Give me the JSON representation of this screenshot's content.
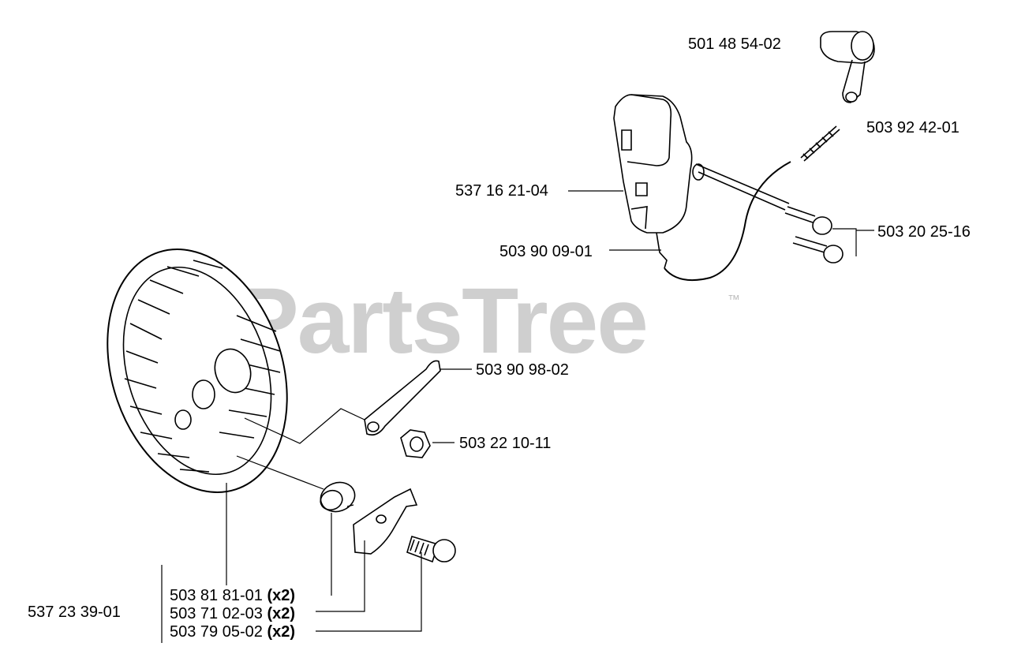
{
  "watermark": {
    "brand": "PartsTree",
    "tm": "™"
  },
  "parts": {
    "spark_cap": "501 48 54-02",
    "spring": "503 92 42-01",
    "ignition_module": "537 16 21-04",
    "screws": "503 20 25-16",
    "wire": "503 90 09-01",
    "pawl_link": "503 90 98-02",
    "nut": "503 22 10-11",
    "flywheel": "537 23 39-01",
    "spring_small": "503 81 81-01",
    "spring_small_qty": "(x2)",
    "pawl": "503 71 02-03",
    "pawl_qty": "(x2)",
    "pin": "503 79 05-02",
    "pin_qty": "(x2)"
  }
}
